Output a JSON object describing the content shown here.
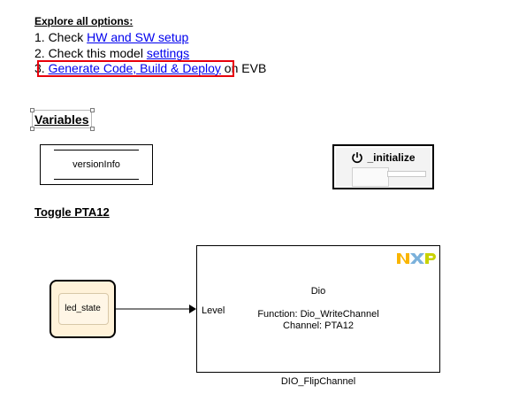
{
  "explore": {
    "title": "Explore all options:",
    "step1": {
      "prefix": "1. Check ",
      "link": "HW and SW setup"
    },
    "step2": {
      "prefix": "2. Check this model ",
      "link": "settings"
    },
    "step3": {
      "prefix": "3. ",
      "link": "Generate Code, Build & Deploy",
      "suffix": " on EVB"
    }
  },
  "variables": {
    "label": "Variables"
  },
  "version_block": {
    "label": "versionInfo"
  },
  "initialize_block": {
    "label": "_initialize"
  },
  "toggle": {
    "label": "Toggle PTA12"
  },
  "led_block": {
    "label": "led_state"
  },
  "dio_block": {
    "title": "Dio",
    "function": "Function: Dio_WriteChannel",
    "channel": "Channel: PTA12",
    "input_port": "Level",
    "name": "DIO_FlipChannel"
  },
  "colors": {
    "link": "#0000ee",
    "highlight": "#e8000b",
    "chart_fill": "#fff2d9",
    "nxp_orange": "#f9b500",
    "nxp_blue": "#7bb1db",
    "nxp_green": "#c9d200"
  },
  "icons": {
    "power": "power-icon",
    "logo": "nxp-logo"
  }
}
